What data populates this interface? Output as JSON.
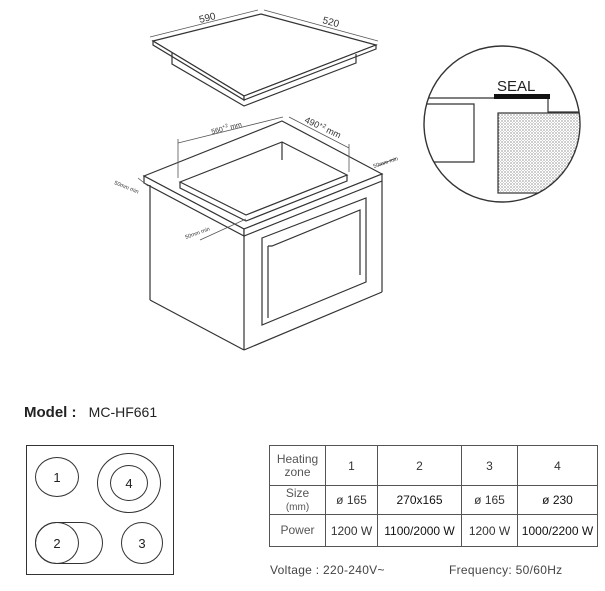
{
  "drawing": {
    "hob_width": "590",
    "hob_depth": "520",
    "cutout_width": "560",
    "cutout_width_tol": "+2",
    "cutout_width_unit": "mm",
    "cutout_depth": "490",
    "cutout_depth_tol": "+2",
    "cutout_depth_unit": "mm",
    "clearance_right": "50mm min",
    "clearance_left": "50mm min",
    "clearance_front": "50mm min",
    "seal_label": "SEAL"
  },
  "model": {
    "label": "Model :",
    "value": "MC-HF661"
  },
  "zones": [
    {
      "label": "1"
    },
    {
      "label": "4"
    },
    {
      "label": "2"
    },
    {
      "label": "3"
    }
  ],
  "table": {
    "header": {
      "label_line1": "Heating",
      "label_line2": "zone",
      "cols": [
        "1",
        "2",
        "3",
        "4"
      ]
    },
    "size": {
      "label_line1": "Size",
      "label_line2": "(mm)",
      "cols": [
        "ø 165",
        "270x165",
        "ø 165",
        "ø 230"
      ]
    },
    "power": {
      "label": "Power",
      "cols": [
        "1200 W",
        "1100/2000 W",
        "1200 W",
        "1000/2200 W"
      ]
    }
  },
  "voltage": "Voltage : 220-240V~",
  "frequency": "Frequency: 50/60Hz",
  "colors": {
    "line": "#333333",
    "seal": "#111111"
  }
}
